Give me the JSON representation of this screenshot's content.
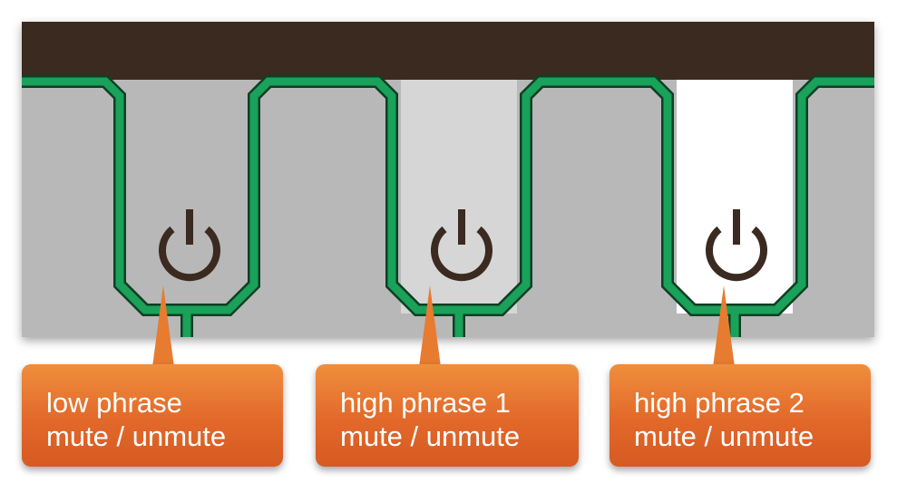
{
  "colors": {
    "top_bar": "#3a2a20",
    "panel_bg": "#b8b8b8",
    "trace_green": "#1aa15a",
    "trace_border": "#0f3f24",
    "icon_color": "#3a2a20",
    "button_states": [
      "#b8b8b8",
      "#d6d6d6",
      "#ffffff"
    ],
    "callout_orange": "#e2682a"
  },
  "buttons": [
    {
      "name": "low-phrase-mute-button",
      "icon": "power-icon"
    },
    {
      "name": "high-phrase-1-mute-button",
      "icon": "power-icon"
    },
    {
      "name": "high-phrase-2-mute-button",
      "icon": "power-icon"
    }
  ],
  "callouts": [
    {
      "line1": "low phrase",
      "line2": "mute / unmute"
    },
    {
      "line1": "high phrase 1",
      "line2": "mute / unmute"
    },
    {
      "line1": "high phrase 2",
      "line2": "mute / unmute"
    }
  ]
}
